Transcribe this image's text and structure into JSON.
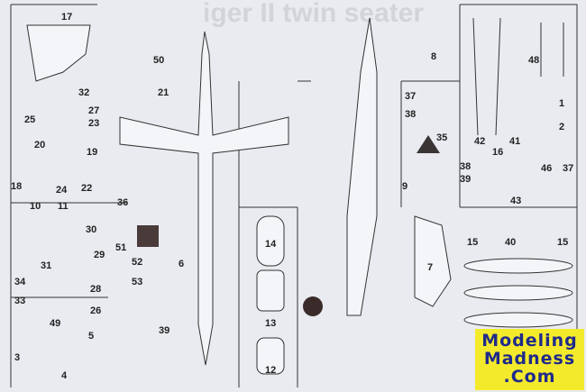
{
  "heading_showthrough": "iger II twin seater",
  "parts": [
    "17",
    "50",
    "21",
    "32",
    "27",
    "25",
    "23",
    "20",
    "19",
    "18",
    "24",
    "22",
    "36",
    "10",
    "11",
    "30",
    "51",
    "31",
    "29",
    "52",
    "53",
    "6",
    "34",
    "28",
    "33",
    "26",
    "49",
    "5",
    "3",
    "4",
    "39",
    "14",
    "13",
    "12",
    "8",
    "37",
    "38",
    "35",
    "9",
    "48",
    "1",
    "2",
    "42",
    "41",
    "16",
    "46",
    "37",
    "38",
    "39",
    "43",
    "15",
    "40",
    "15",
    "7"
  ],
  "logo": {
    "line1": "Modeling",
    "line2": "Madness",
    ".line3": "",
    "line3": ".Com"
  },
  "colors": {
    "paper": "#e9ebf0",
    "ink": "#333333",
    "logo_bg": "#f4ea2c",
    "logo_text": "#1f2a8a",
    "decal_square": "#4a3a3a",
    "triangle": "#3a3535"
  }
}
